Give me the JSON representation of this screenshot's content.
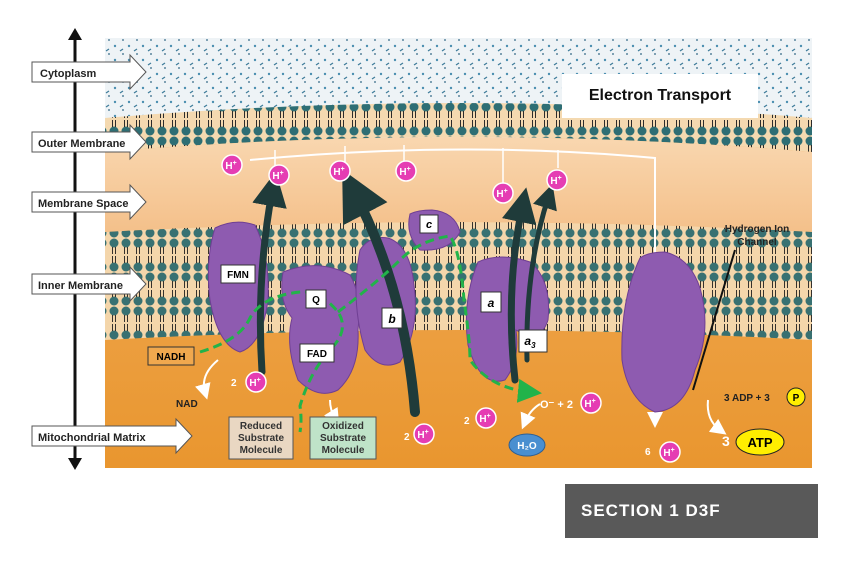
{
  "title": "Electron Transport",
  "section_label": "SECTION 1 D3F",
  "layers": {
    "cytoplasm": "Cytoplasm",
    "outer_membrane": "Outer Membrane",
    "membrane_space": "Membrane Space",
    "inner_membrane": "Inner Membrane",
    "matrix": "Mitochondrial Matrix"
  },
  "complexes": {
    "fmn": "FMN",
    "q": "Q",
    "fad": "FAD",
    "b": "b",
    "c": "c",
    "a": "a",
    "a3": "a",
    "a3_sub": "3"
  },
  "labels": {
    "nadh": "NADH",
    "nad": "NAD",
    "reduced": "Reduced Substrate Molecule",
    "reduced_l1": "Reduced",
    "reduced_l2": "Substrate",
    "reduced_l3": "Molecule",
    "oxidized_l1": "Oxidized",
    "oxidized_l2": "Substrate",
    "oxidized_l3": "Molecule",
    "oxygen": "O⁻ + 2",
    "water": "H₂O",
    "hion_l1": "Hydrogen Ion",
    "hion_l2": "Channel",
    "adp": "3 ADP + 3",
    "p": "P",
    "atp_prefix": "3",
    "atp": "ATP",
    "two_h_1": "2",
    "two_h_2": "2",
    "two_h_3": "2",
    "six_h": "6",
    "proton": "H",
    "proton_sup": "+"
  },
  "colors": {
    "matrix": "#f0a84e",
    "space": "#f6c99a",
    "cytoplasm": "#e9eef2",
    "protein": "#8e5bb0",
    "proton": "#e53db3",
    "electron_path": "#22b34a",
    "arrow": "#1f3b3a"
  }
}
